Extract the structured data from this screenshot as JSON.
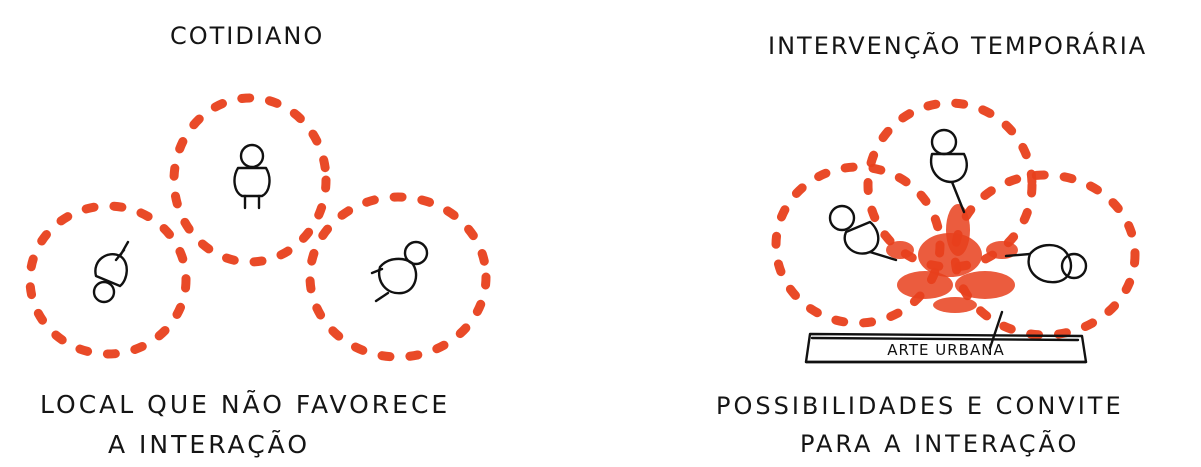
{
  "left_panel": {
    "title": "COTIDIANO",
    "caption_line1": "LOCAL QUE NÃO FAVORECE",
    "caption_line2": "A INTERAÇÃO"
  },
  "right_panel": {
    "title": "INTERVENÇÃO TEMPORÁRIA",
    "bench_label": "ARTE URBANA",
    "caption_line1": "POSSIBILIDADES E CONVITE",
    "caption_line2": "PARA A INTERAÇÃO"
  },
  "colors": {
    "accent": "#e8401c",
    "ink": "#111111",
    "background": "#ffffff"
  }
}
